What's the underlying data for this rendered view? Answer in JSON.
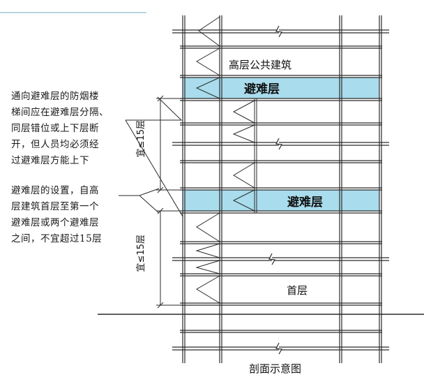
{
  "labels": {
    "upper_public": "高层公共建筑",
    "refuge_upper": "避难层",
    "refuge_lower": "避难层",
    "ground_floor": "首层",
    "caption": "剖面示意图",
    "dim_upper": "宜≤15层",
    "dim_lower": "宜≤15层"
  },
  "notes": {
    "stair_rule": "通向避难层的防烟楼\n梯间应在避难层分隔、\n同层错位或上下层断\n开，但人员均必须经\n过避难层方能上下",
    "interval_rule": "避难层的设置，自高\n层建筑首层至第一个\n避难层或两个避难层\n之间，不宜超过15层"
  },
  "colors": {
    "refuge_fill": "#a9dcec",
    "line": "#2a2a2a",
    "top_rule": "#9fc6d6"
  }
}
